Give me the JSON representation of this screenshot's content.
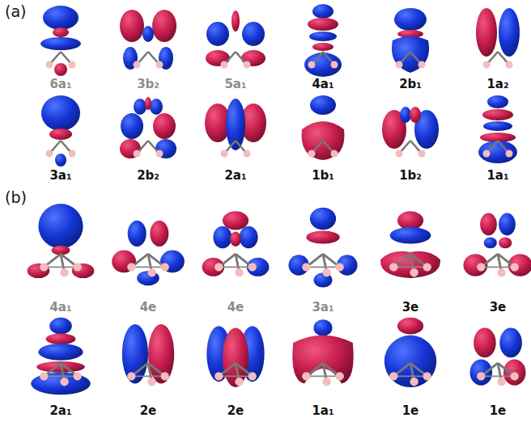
{
  "diagram": {
    "labels": [
      "(a)",
      "6a₁",
      "3b₂",
      "5a₁",
      "4a₁",
      "2b₁",
      "1a₂",
      "3a₁",
      "2b₂",
      "2a₁",
      "1b₁",
      "1b₂",
      "1a₁",
      "(b)",
      "4a₁",
      "4e",
      "4e",
      "3a₁",
      "3e",
      "3e",
      "2a₁",
      "2e",
      "2e",
      "1a₁",
      "1e",
      "1e"
    ]
  }
}
